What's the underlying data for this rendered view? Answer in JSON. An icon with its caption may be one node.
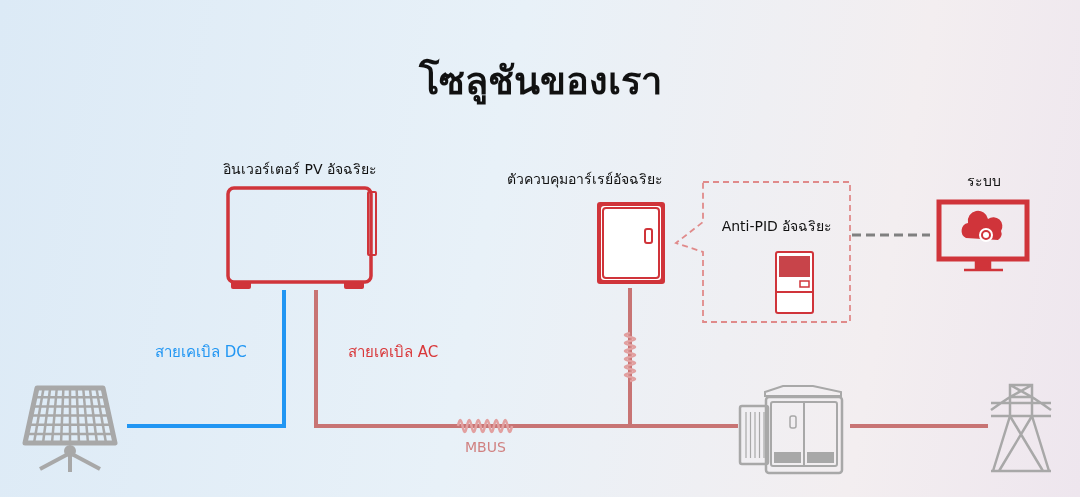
{
  "diagram": {
    "title": "โซลูชันของเรา",
    "nodes": [
      {
        "text": [],
        "shape": "picture"
      },
      {
        "text": [
          "อินเวอร์เตอร์ PV อัจฉริยะ"
        ]
      },
      {
        "text": [
          "ตัวควบคุมอาร์เรย์อัจฉริยะ"
        ]
      },
      {
        "text": [
          "Anti-PID อัจฉริยะ"
        ]
      },
      {
        "text": [
          "ระบบ"
        ]
      },
      {
        "text": [],
        "shape": "picture"
      },
      {
        "text": [],
        "shape": "picture"
      }
    ],
    "edges": [
      {
        "from": 0,
        "to": 1,
        "arrow": "none",
        "label": "สายเคเบิล DC",
        "color": "#2196f3"
      },
      {
        "from": 1,
        "to": 5,
        "arrow": "none",
        "label": "สายเคเบิล AC"
      },
      {
        "from": 2,
        "to": 5,
        "arrow": "none"
      },
      {
        "from": 3,
        "to": 4,
        "arrow": "none",
        "style": "dashed",
        "color": "#808080"
      },
      {
        "from": 5,
        "to": 6,
        "arrow": "none"
      }
    ],
    "labels": [
      "MBUS"
    ]
  }
}
